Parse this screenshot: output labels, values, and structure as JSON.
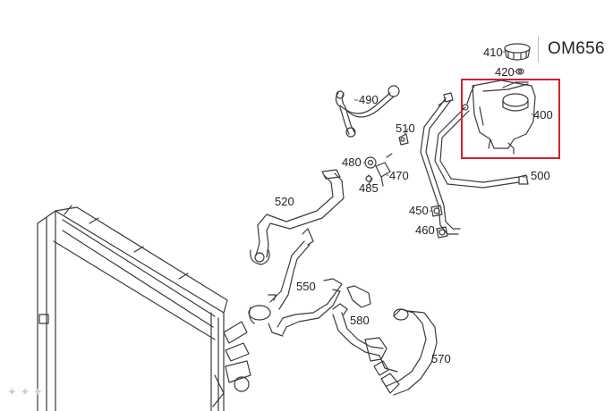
{
  "engine_code": "OM656",
  "highlight_color": "#d3222a",
  "parts": [
    {
      "id": "p410",
      "label": "410",
      "name": "filler cap"
    },
    {
      "id": "p420",
      "label": "420",
      "name": "seal"
    },
    {
      "id": "p400",
      "label": "400",
      "name": "coolant expansion tank",
      "highlighted": true
    },
    {
      "id": "p490",
      "label": "490"
    },
    {
      "id": "p510",
      "label": "510"
    },
    {
      "id": "p480",
      "label": "480"
    },
    {
      "id": "p470",
      "label": "470"
    },
    {
      "id": "p485",
      "label": "485"
    },
    {
      "id": "p500",
      "label": "500"
    },
    {
      "id": "p520",
      "label": "520"
    },
    {
      "id": "p450",
      "label": "450"
    },
    {
      "id": "p460",
      "label": "460"
    },
    {
      "id": "p550",
      "label": "550"
    },
    {
      "id": "p580",
      "label": "580"
    },
    {
      "id": "p570",
      "label": "570"
    }
  ]
}
